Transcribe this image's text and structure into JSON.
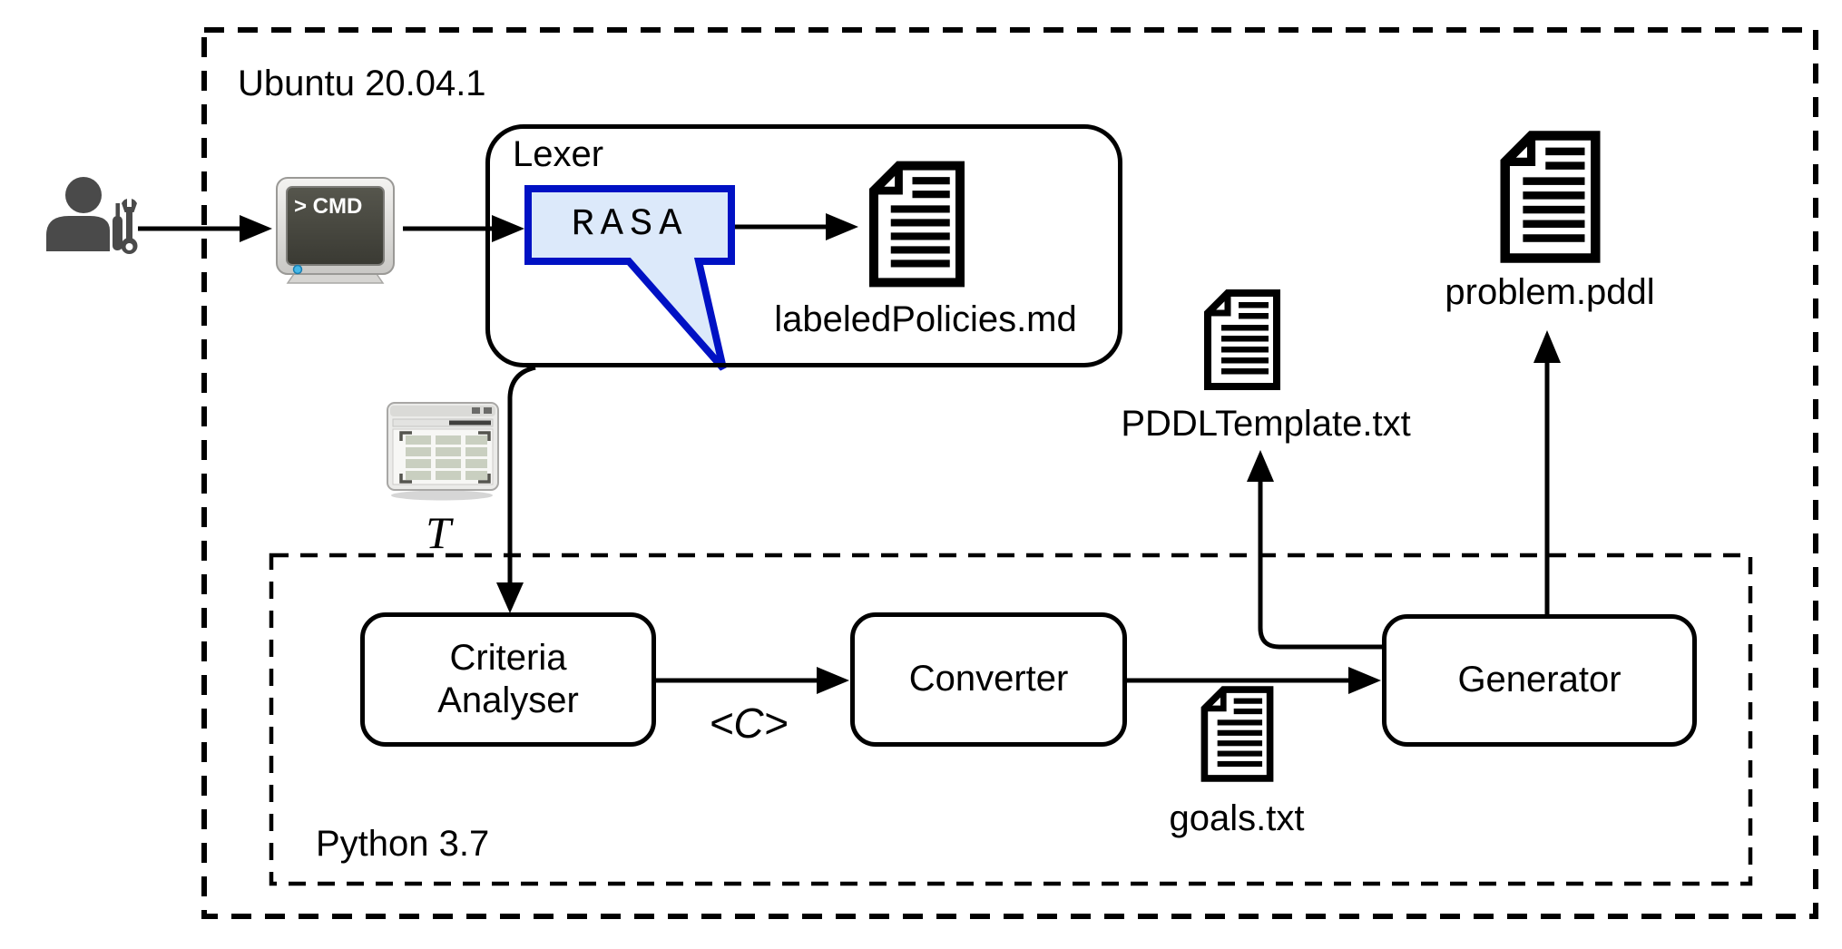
{
  "diagram": {
    "os_environment": "Ubuntu 20.04.1",
    "runtime_environment": "Python 3.7",
    "terminal": {
      "text": "> CMD"
    },
    "lexer": {
      "title": "Lexer",
      "engine": "RASA",
      "output_file": "labeledPolicies.md"
    },
    "table_artifact": {
      "label": "T"
    },
    "criteria_analyser": {
      "line1": "Criteria",
      "line2": "Analyser"
    },
    "converter": {
      "label": "Converter"
    },
    "generator": {
      "label": "Generator"
    },
    "edge_labels": {
      "criteria_set": "<C>"
    },
    "files": {
      "goals": "goals.txt",
      "pddl_template": "PDDLTemplate.txt",
      "problem": "problem.pddl"
    },
    "colors": {
      "bubble_fill": "#dce9fa",
      "bubble_stroke": "#0011c4",
      "line": "#000000",
      "silhouette_gray": "#4a4a4a"
    }
  }
}
